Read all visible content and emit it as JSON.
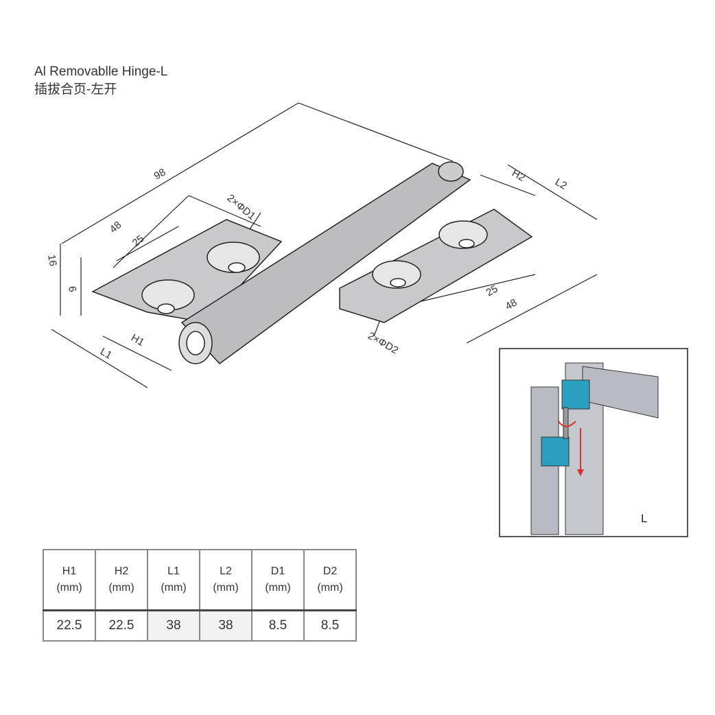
{
  "title": {
    "en": "Al Removablle Hinge-L",
    "cn": "插拔合页-左开"
  },
  "dimensions": {
    "overall": "98",
    "leaf_len_left": "48",
    "hole_spacing_left": "25",
    "hole_left": "2×ΦD1",
    "height_total": "16",
    "height_leaf": "6",
    "h1": "H1",
    "l1": "L1",
    "h2": "H2",
    "l2": "L2",
    "hole_spacing_right": "25",
    "leaf_len_right": "48",
    "hole_right": "2×ΦD2"
  },
  "inset": {
    "label": "L",
    "colors": {
      "hinge": "#2a9fc0",
      "arrow": "#d9302a",
      "profile": "#b8bcc2"
    }
  },
  "table": {
    "headers": [
      {
        "name": "H1",
        "unit": "(mm)"
      },
      {
        "name": "H2",
        "unit": "(mm)"
      },
      {
        "name": "L1",
        "unit": "(mm)"
      },
      {
        "name": "L2",
        "unit": "(mm)"
      },
      {
        "name": "D1",
        "unit": "(mm)"
      },
      {
        "name": "D2",
        "unit": "(mm)"
      }
    ],
    "values": [
      "22.5",
      "22.5",
      "38",
      "38",
      "8.5",
      "8.5"
    ]
  }
}
